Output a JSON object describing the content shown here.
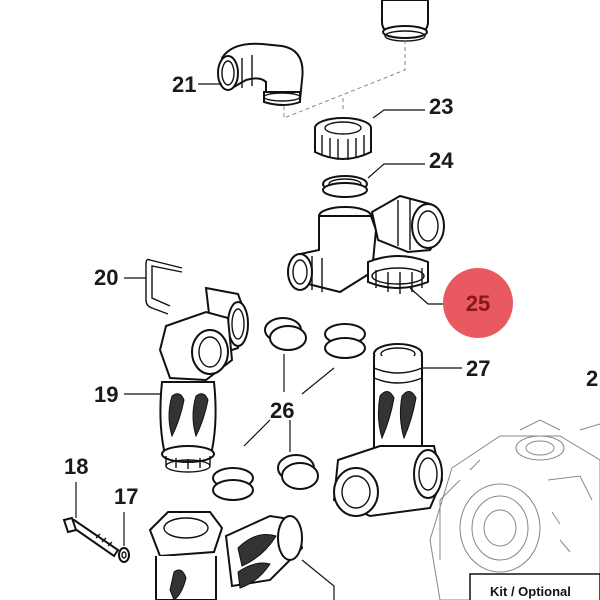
{
  "callouts": {
    "c17": "17",
    "c18": "18",
    "c19": "19",
    "c20": "20",
    "c21": "21",
    "c23": "23",
    "c24": "24",
    "c25": "25",
    "c26": "26",
    "c27": "27",
    "c_edge": "2"
  },
  "highlight": {
    "label": "25",
    "color": "#e85a60"
  },
  "kit_box": {
    "label": "Kit / Optional"
  }
}
